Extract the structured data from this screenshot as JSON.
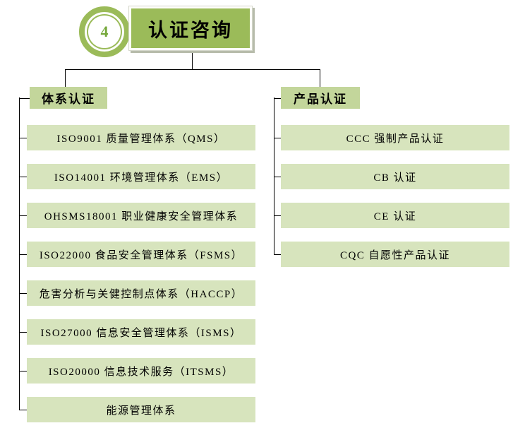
{
  "badge": {
    "number": "4"
  },
  "root": {
    "title": "认证咨询"
  },
  "colors": {
    "accent_green": "#9BBB59",
    "header_green": "#C3D69B",
    "item_green": "#D7E4BD",
    "badge_number_green": "#76A83C",
    "line": "#000000"
  },
  "branches": {
    "system": {
      "title": "体系认证",
      "items": [
        "ISO9001 质量管理体系（QMS）",
        "ISO14001 环境管理体系（EMS）",
        "OHSMS18001 职业健康安全管理体系",
        "ISO22000 食品安全管理体系（FSMS）",
        "危害分析与关健控制点体系（HACCP）",
        "ISO27000 信息安全管理体系（ISMS）",
        "ISO20000 信息技术服务（ITSMS）",
        "能源管理体系"
      ]
    },
    "product": {
      "title": "产品认证",
      "items": [
        "CCC 强制产品认证",
        "CB 认证",
        "CE 认证",
        "CQC 自愿性产品认证"
      ]
    }
  }
}
